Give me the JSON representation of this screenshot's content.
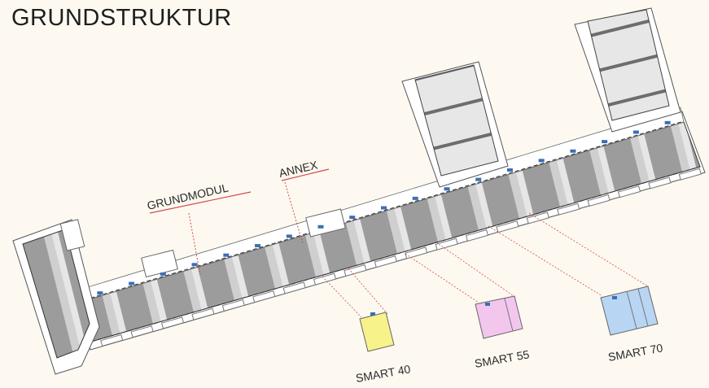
{
  "title": "GRUNDSTRUKTUR",
  "labels": {
    "grundmodul": "GRUNDMODUL",
    "annex": "ANNEX",
    "smart40": "SMART 40",
    "smart55": "SMART 55",
    "smart70": "SMART 70"
  },
  "colors": {
    "background": "#fdf9f1",
    "module_dark": "#9a9a9a",
    "module_light": "#c9c9c9",
    "wall": "#ffffff",
    "leader": "#e06060",
    "smart40": "#f7f28a",
    "smart55": "#f3c6ee",
    "smart70": "#b8d5f3",
    "window_blue": "#3b6fb5"
  }
}
